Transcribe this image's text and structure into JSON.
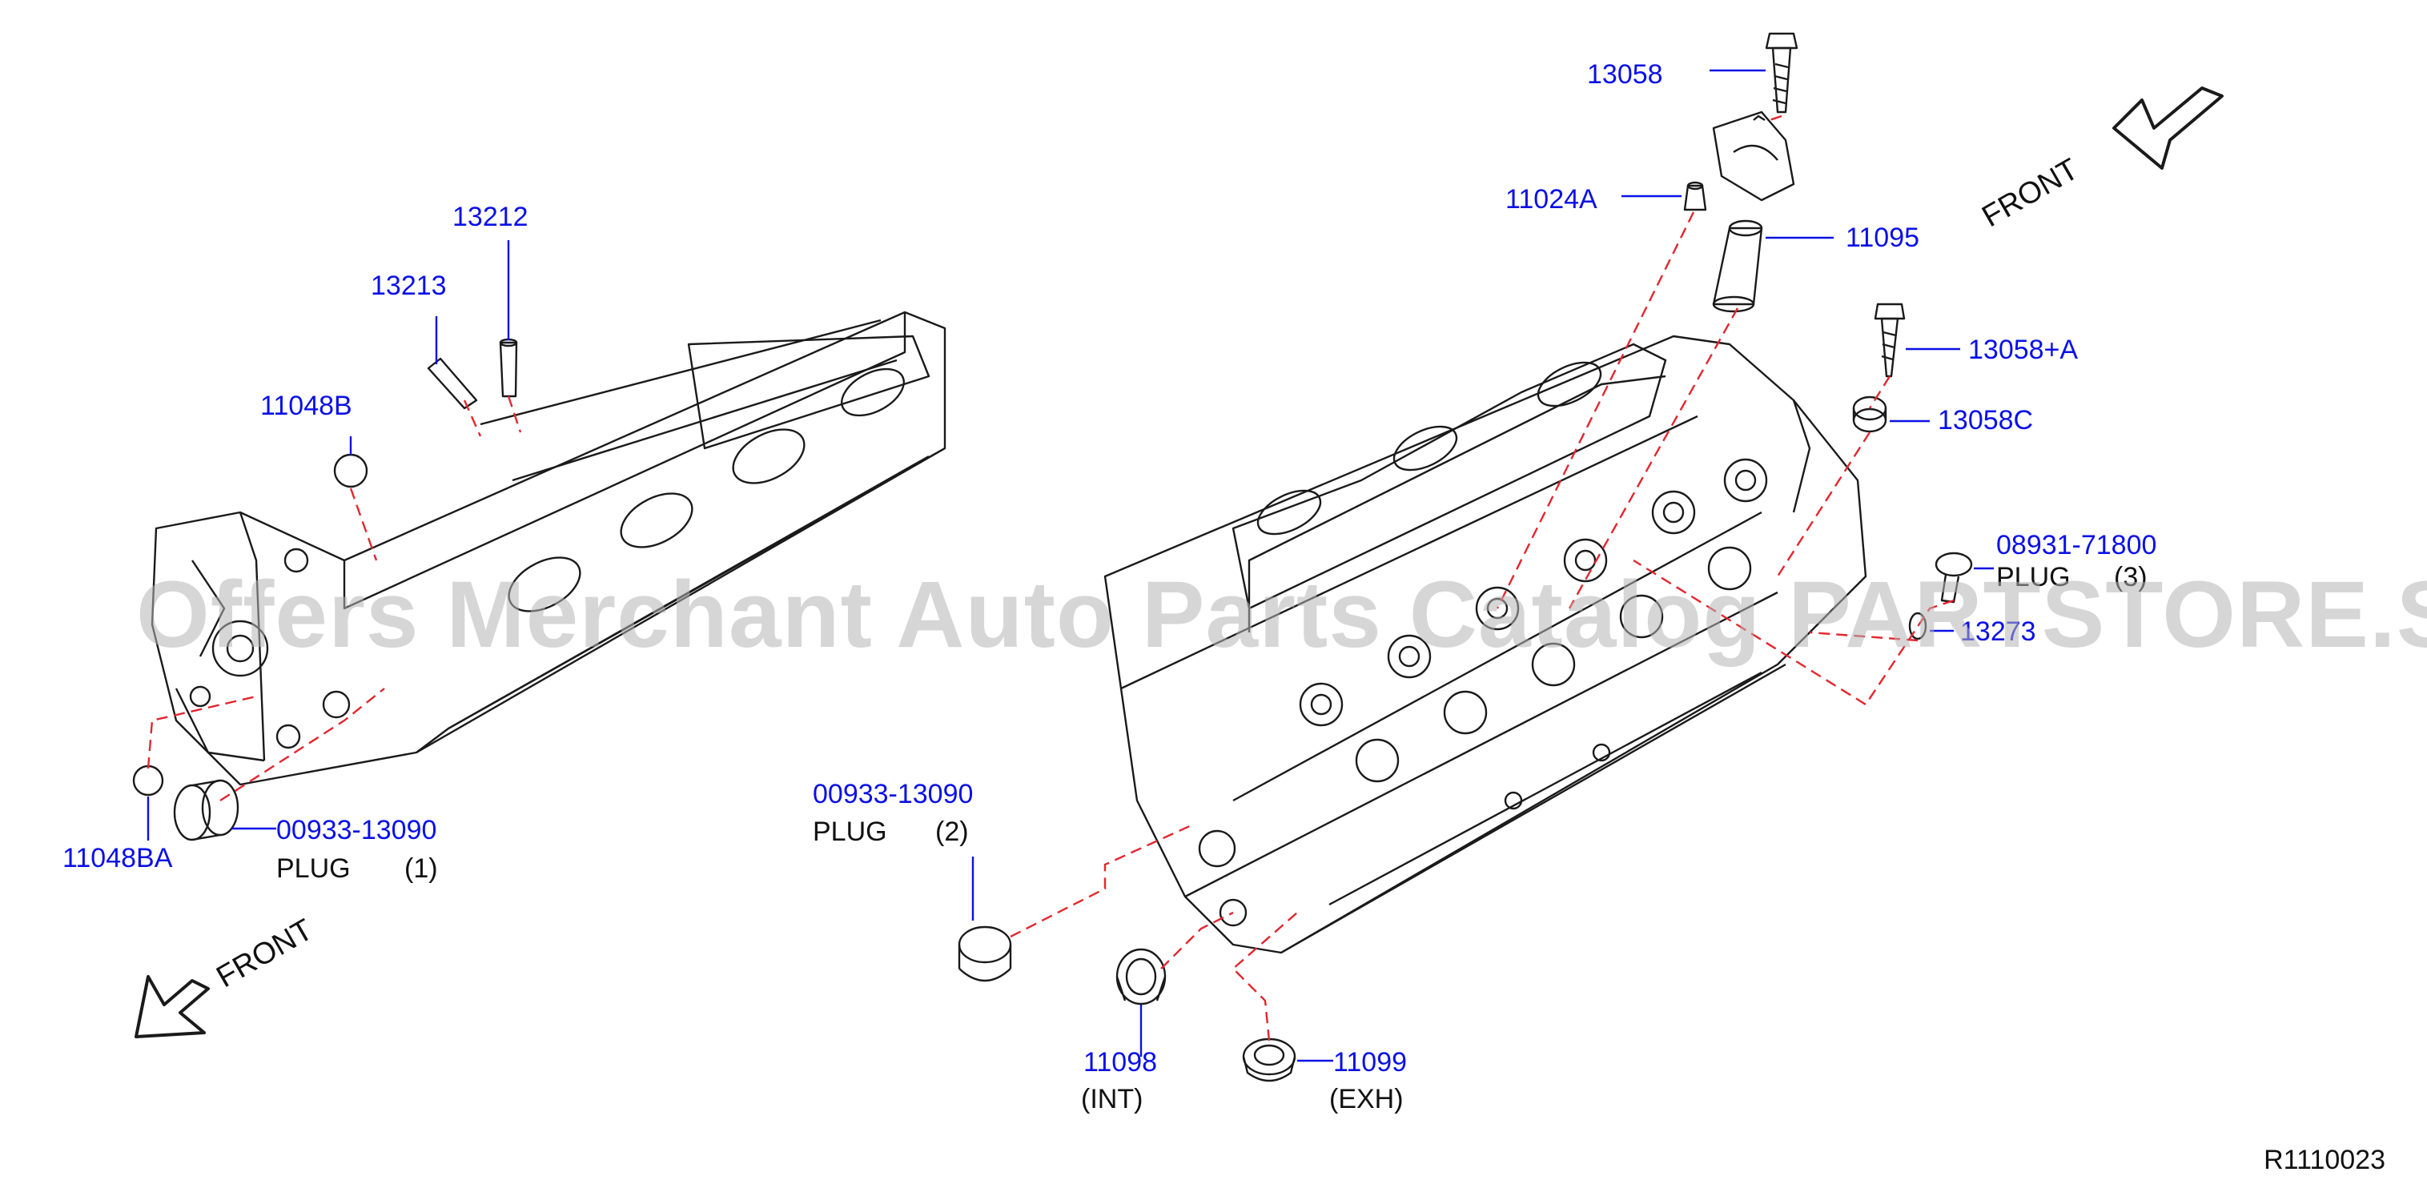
{
  "labels": {
    "p13058": "13058",
    "p11024a": "11024A",
    "p11095": "11095",
    "p13058a": "13058+A",
    "p13058c": "13058C",
    "p08931": "08931-71800",
    "plug3": "PLUG",
    "plug3num": "(3)",
    "p13273": "13273",
    "p13212": "13212",
    "p13213": "13213",
    "p11048b": "11048B",
    "p00933a": "00933-13090",
    "plug1": "PLUG",
    "plug1num": "(1)",
    "p11048ba": "11048BA",
    "p00933b": "00933-13090",
    "plug2": "PLUG",
    "plug2num": "(2)",
    "p11098": "11098",
    "int": "(INT)",
    "p11099": "11099",
    "exh": "(EXH)",
    "front_right": "FRONT",
    "front_left": "FRONT"
  },
  "watermark": "Offers Merchant Auto Parts Catalog PARTSTORE.SA",
  "reference": "R1110023",
  "colors": {
    "part_number": "#0b10e6",
    "text": "#111111",
    "leader": "#0b10e6",
    "guide": "#e3262e",
    "drawing": "#1a1a1a"
  }
}
